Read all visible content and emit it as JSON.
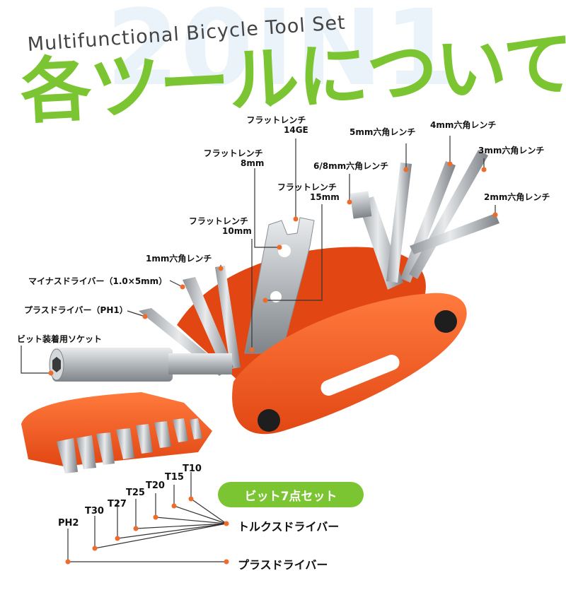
{
  "header": {
    "bg_text": "20IN1",
    "subtitle": "Multifunctional Bicycle Tool Set",
    "title": "各ツールについて"
  },
  "labels": {
    "flat_14ge_l1": "フラットレンチ",
    "flat_14ge_l2": "14GE",
    "flat_8_l1": "フラットレンチ",
    "flat_8_l2": "8mm",
    "flat_15_l1": "フラットレンチ",
    "flat_15_l2": "15mm",
    "flat_10_l1": "フラットレンチ",
    "flat_10_l2": "10mm",
    "hex_5": "5mm六角レンチ",
    "hex_4": "4mm六角レンチ",
    "hex_3": "3mm六角レンチ",
    "hex_68": "6/8mm六角レンチ",
    "hex_2": "2mm六角レンチ",
    "hex_1": "1mm六角レンチ",
    "minus_driver": "マイナスドライバー（1.0×5mm）",
    "plus_driver_ph1": "プラスドライバー（PH1）",
    "bit_socket": "ビット装着用ソケット",
    "bits": {
      "t10": "T10",
      "t15": "T15",
      "t20": "T20",
      "t25": "T25",
      "t27": "T27",
      "t30": "T30",
      "ph2": "PH2"
    },
    "bit_set_badge": "ビット7点セット",
    "torx_driver": "トルクスドライバー",
    "plus_driver": "プラスドライバー"
  },
  "colors": {
    "accent_green": "#7cc532",
    "body_orange": "#f0531e",
    "leader_orange": "#f06a2a",
    "metal": "#b9bdc2"
  }
}
